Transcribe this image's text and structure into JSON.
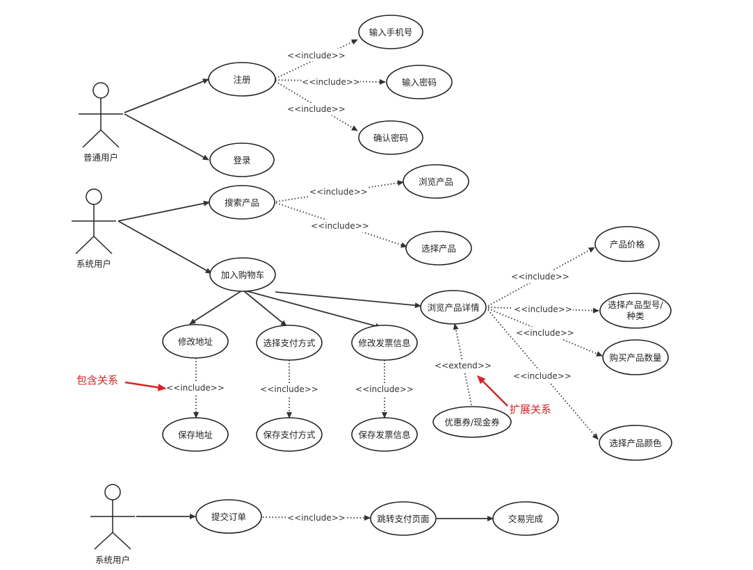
{
  "actors": {
    "normal_user": "普通用户",
    "system_user_1": "系统用户",
    "system_user_2": "系统用户"
  },
  "use_cases": {
    "register": "注册",
    "login": "登录",
    "input_phone": "输入手机号",
    "input_password": "输入密码",
    "confirm_password": "确认密码",
    "search_product": "搜索产品",
    "browse_product": "浏览产品",
    "select_product": "选择产品",
    "add_to_cart": "加入购物车",
    "modify_address": "修改地址",
    "select_payment": "选择支付方式",
    "modify_invoice": "修改发票信息",
    "browse_details": "浏览产品详情",
    "save_address": "保存地址",
    "save_payment": "保存支付方式",
    "save_invoice": "保存发票信息",
    "coupon": "优惠券/现金券",
    "product_price": "产品价格",
    "select_model_line1": "选择产品型号/",
    "select_model_line2": "种类",
    "buy_quantity": "购买产品数量",
    "select_color": "选择产品颜色",
    "submit_order": "提交订单",
    "jump_payment": "跳转支付页面",
    "trade_complete": "交易完成"
  },
  "relations": {
    "include": "<<include>>",
    "extend": "<<extend>>"
  },
  "annotations": {
    "include_note": "包含关系",
    "extend_note": "扩展关系"
  },
  "colors": {
    "line": "#333333",
    "annotation": "#e02020"
  }
}
